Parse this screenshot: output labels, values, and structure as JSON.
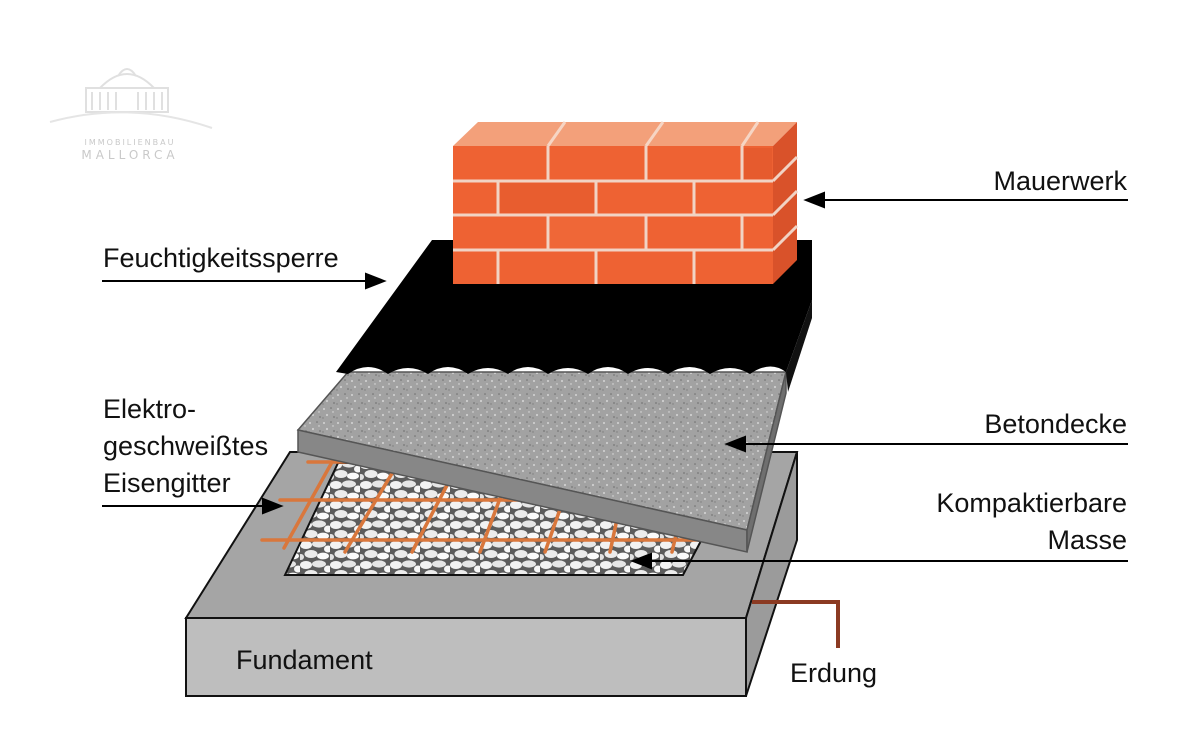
{
  "logo": {
    "line1": "IMMOBILIENBAU",
    "line2": "MALLORCA"
  },
  "labels": {
    "mauerwerk": "Mauerwerk",
    "feuchtigkeitssperre": "Feuchtigkeitssperre",
    "elektro_line1": "Elektro-",
    "elektro_line2": "geschweißtes",
    "elektro_line3": "Eisengitter",
    "betondecke": "Betondecke",
    "kompaktierbare_line1": "Kompaktierbare",
    "kompaktierbare_line2": "Masse",
    "fundament": "Fundament",
    "erdung": "Erdung"
  },
  "colors": {
    "brick": "#ee6233",
    "brick_dark": "#d9522a",
    "mortar": "#f1d3c4",
    "membrane": "#000000",
    "concrete_top": "#9c9c9c",
    "concrete_side": "#8a8a8a",
    "foundation_top": "#a3a3a3",
    "foundation_front": "#bdbdbd",
    "foundation_side": "#999999",
    "rebar": "#d9773c",
    "grounding": "#8b3a22",
    "gravel": "#ffffff"
  }
}
